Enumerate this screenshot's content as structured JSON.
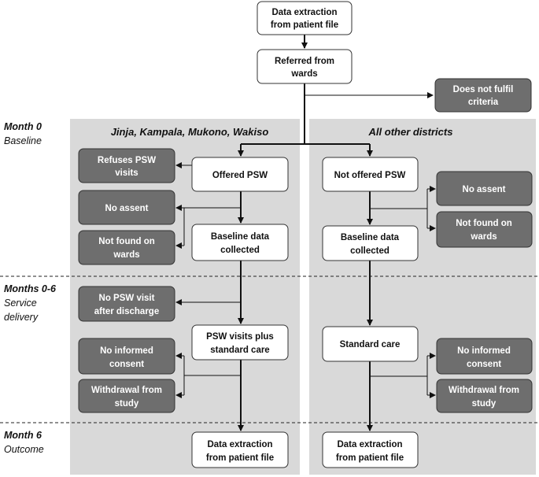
{
  "periods": {
    "month0": {
      "title": "Month 0",
      "sub": "Baseline"
    },
    "months06": {
      "title": "Months 0-6",
      "sub1": "Service",
      "sub2": "delivery"
    },
    "month6": {
      "title": "Month 6",
      "sub": "Outcome"
    }
  },
  "panels": {
    "left_title": "Jinja, Kampala, Mukono, Wakiso",
    "right_title": "All other districts"
  },
  "top": {
    "data_extraction": [
      "Data extraction",
      "from patient file"
    ],
    "referred": [
      "Referred from",
      "wards"
    ],
    "not_criteria": [
      "Does not fulfil",
      "criteria"
    ]
  },
  "left": {
    "offered": [
      "Offered PSW"
    ],
    "baseline": [
      "Baseline data",
      "collected"
    ],
    "psw_visits": [
      "PSW visits plus",
      "standard care"
    ],
    "extraction": [
      "Data extraction",
      "from patient file"
    ],
    "refuses": [
      "Refuses PSW",
      "visits"
    ],
    "no_assent": [
      "No assent"
    ],
    "not_found": [
      "Not found on",
      "wards"
    ],
    "no_visit": [
      "No PSW visit",
      "after discharge"
    ],
    "no_consent": [
      "No informed",
      "consent"
    ],
    "withdrawal": [
      "Withdrawal from",
      "study"
    ]
  },
  "right": {
    "not_offered": [
      "Not offered PSW"
    ],
    "baseline": [
      "Baseline data",
      "collected"
    ],
    "standard": [
      "Standard care"
    ],
    "extraction": [
      "Data extraction",
      "from patient file"
    ],
    "no_assent": [
      "No assent"
    ],
    "not_found": [
      "Not found on",
      "wards"
    ],
    "no_consent": [
      "No informed",
      "consent"
    ],
    "withdrawal": [
      "Withdrawal from",
      "study"
    ]
  }
}
